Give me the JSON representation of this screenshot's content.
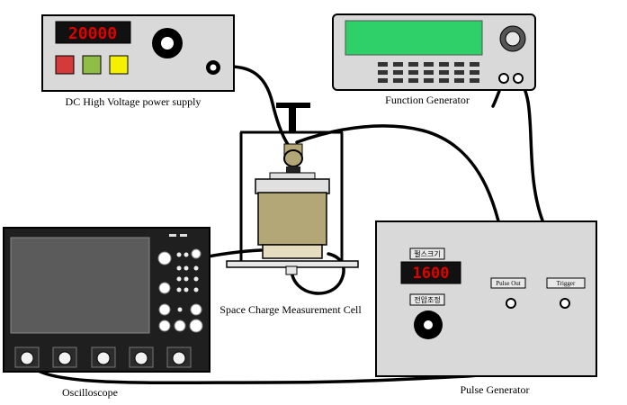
{
  "dc_supply": {
    "label": "DC High Voltage power supply",
    "display_value": "20000",
    "button_colors": [
      "#d43a3a",
      "#8fbd45",
      "#f5f000"
    ]
  },
  "function_generator": {
    "label": "Function Generator",
    "display_color": "#2fcf6a"
  },
  "measurement_cell": {
    "label": "Space Charge Measurement Cell"
  },
  "oscilloscope": {
    "label": "Oscilloscope"
  },
  "pulse_generator": {
    "label": "Pulse Generator",
    "width_label": "펄스크기",
    "display_value": "1600",
    "voltage_label": "전압조정",
    "pulse_out_label": "Pulse Out",
    "trigger_label": "Trigger"
  },
  "colors": {
    "cell_body": "#b3a777",
    "device_fill": "#d9d9d9",
    "cable": "#000000"
  }
}
